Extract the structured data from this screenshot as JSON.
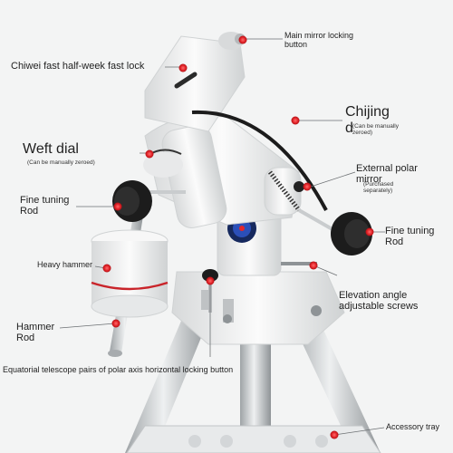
{
  "labels": {
    "main_mirror_lock": "Main mirror locking button",
    "half_week_lock": "Chiwei fast half-week fast lock",
    "chijing": "Chijing",
    "chijing_fragment": "d",
    "chijing_note": "(Can be manually zeroed)",
    "weft_dial": "Weft dial",
    "weft_note": "(Can be manually zeroed)",
    "external_polar_mirror": "External polar mirror",
    "purchased_note": "(Purchased separately)",
    "fine_tuning_left": "Fine tuning Rod",
    "fine_tuning_right": "Fine tuning Rod",
    "heavy_hammer": "Heavy hammer",
    "elevation_screws": "Elevation angle adjustable screws",
    "hammer_rod": "Hammer Rod",
    "polar_axis_lock": "Equatorial telescope pairs of polar axis horizontal locking button",
    "accessory_tray": "Accessory tray"
  },
  "colors": {
    "marker": "#e3262b",
    "mount_white": "#f1f2f2",
    "knob_black": "#1c1c1c",
    "steel": "#c9ccce",
    "tray_blue": "#2b4fb8"
  }
}
